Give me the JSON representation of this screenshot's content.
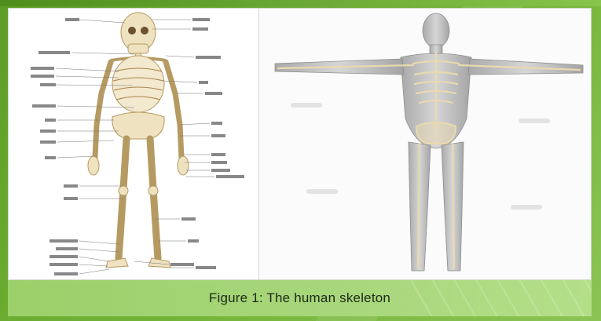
{
  "caption": "Figure 1: The human skeleton",
  "colors": {
    "slide_green": "#6dab2f",
    "caption_band": "#a9d77c",
    "bone": "#efe2c0",
    "bone_outline": "#b59a62",
    "body_gray": "#bcbcbc"
  },
  "images": {
    "left": "labeled-skeleton-diagram",
    "right": "3d-human-body-skeleton-overlay"
  }
}
